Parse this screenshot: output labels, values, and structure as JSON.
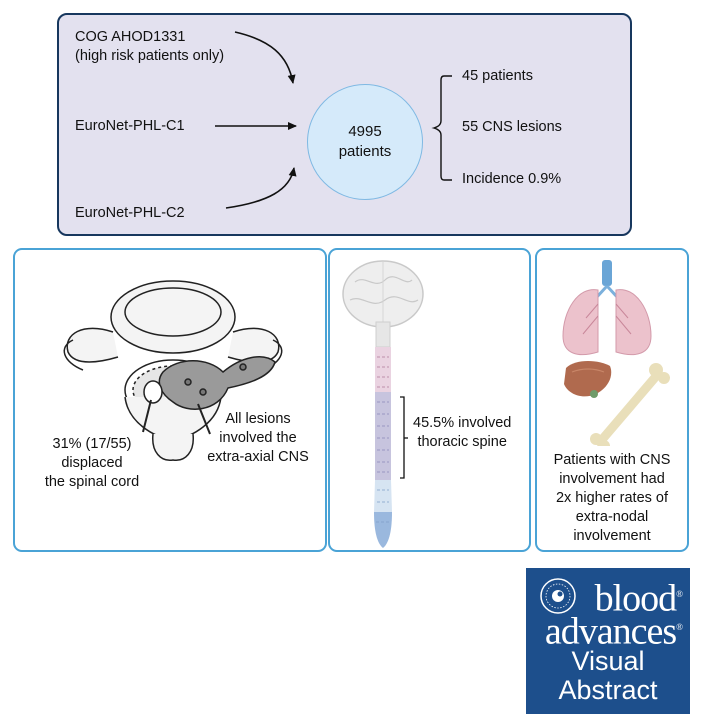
{
  "summary": {
    "sources": [
      "COG AHOD1331",
      "(high risk patients only)",
      "EuroNet-PHL-C1",
      "EuroNet-PHL-C2"
    ],
    "total_count": "4995",
    "total_unit": "patients",
    "results": [
      "45 patients",
      "55 CNS lesions",
      "Incidence 0.9%"
    ]
  },
  "vertebra_panel": {
    "left_caption": [
      "31% (17/55)",
      "displaced",
      "the spinal cord"
    ],
    "right_caption": [
      "All lesions",
      "involved the",
      "extra-axial CNS"
    ]
  },
  "spine_panel": {
    "caption": [
      "45.5% involved",
      "thoracic spine"
    ]
  },
  "organs_panel": {
    "caption": [
      "Patients with CNS",
      "involvement had",
      "2x higher rates of",
      "extra-nodal",
      "involvement"
    ]
  },
  "logo": {
    "line1": "blood",
    "line2": "advances",
    "line3": "Visual",
    "line4": "Abstract",
    "registered": "®"
  },
  "colors": {
    "top_panel_fill": "#e3e1ef",
    "top_panel_border": "#17375e",
    "panel_border": "#4aa3d6",
    "circle_fill": "#d5eafa",
    "logo_blue": "#1d4f8c"
  }
}
